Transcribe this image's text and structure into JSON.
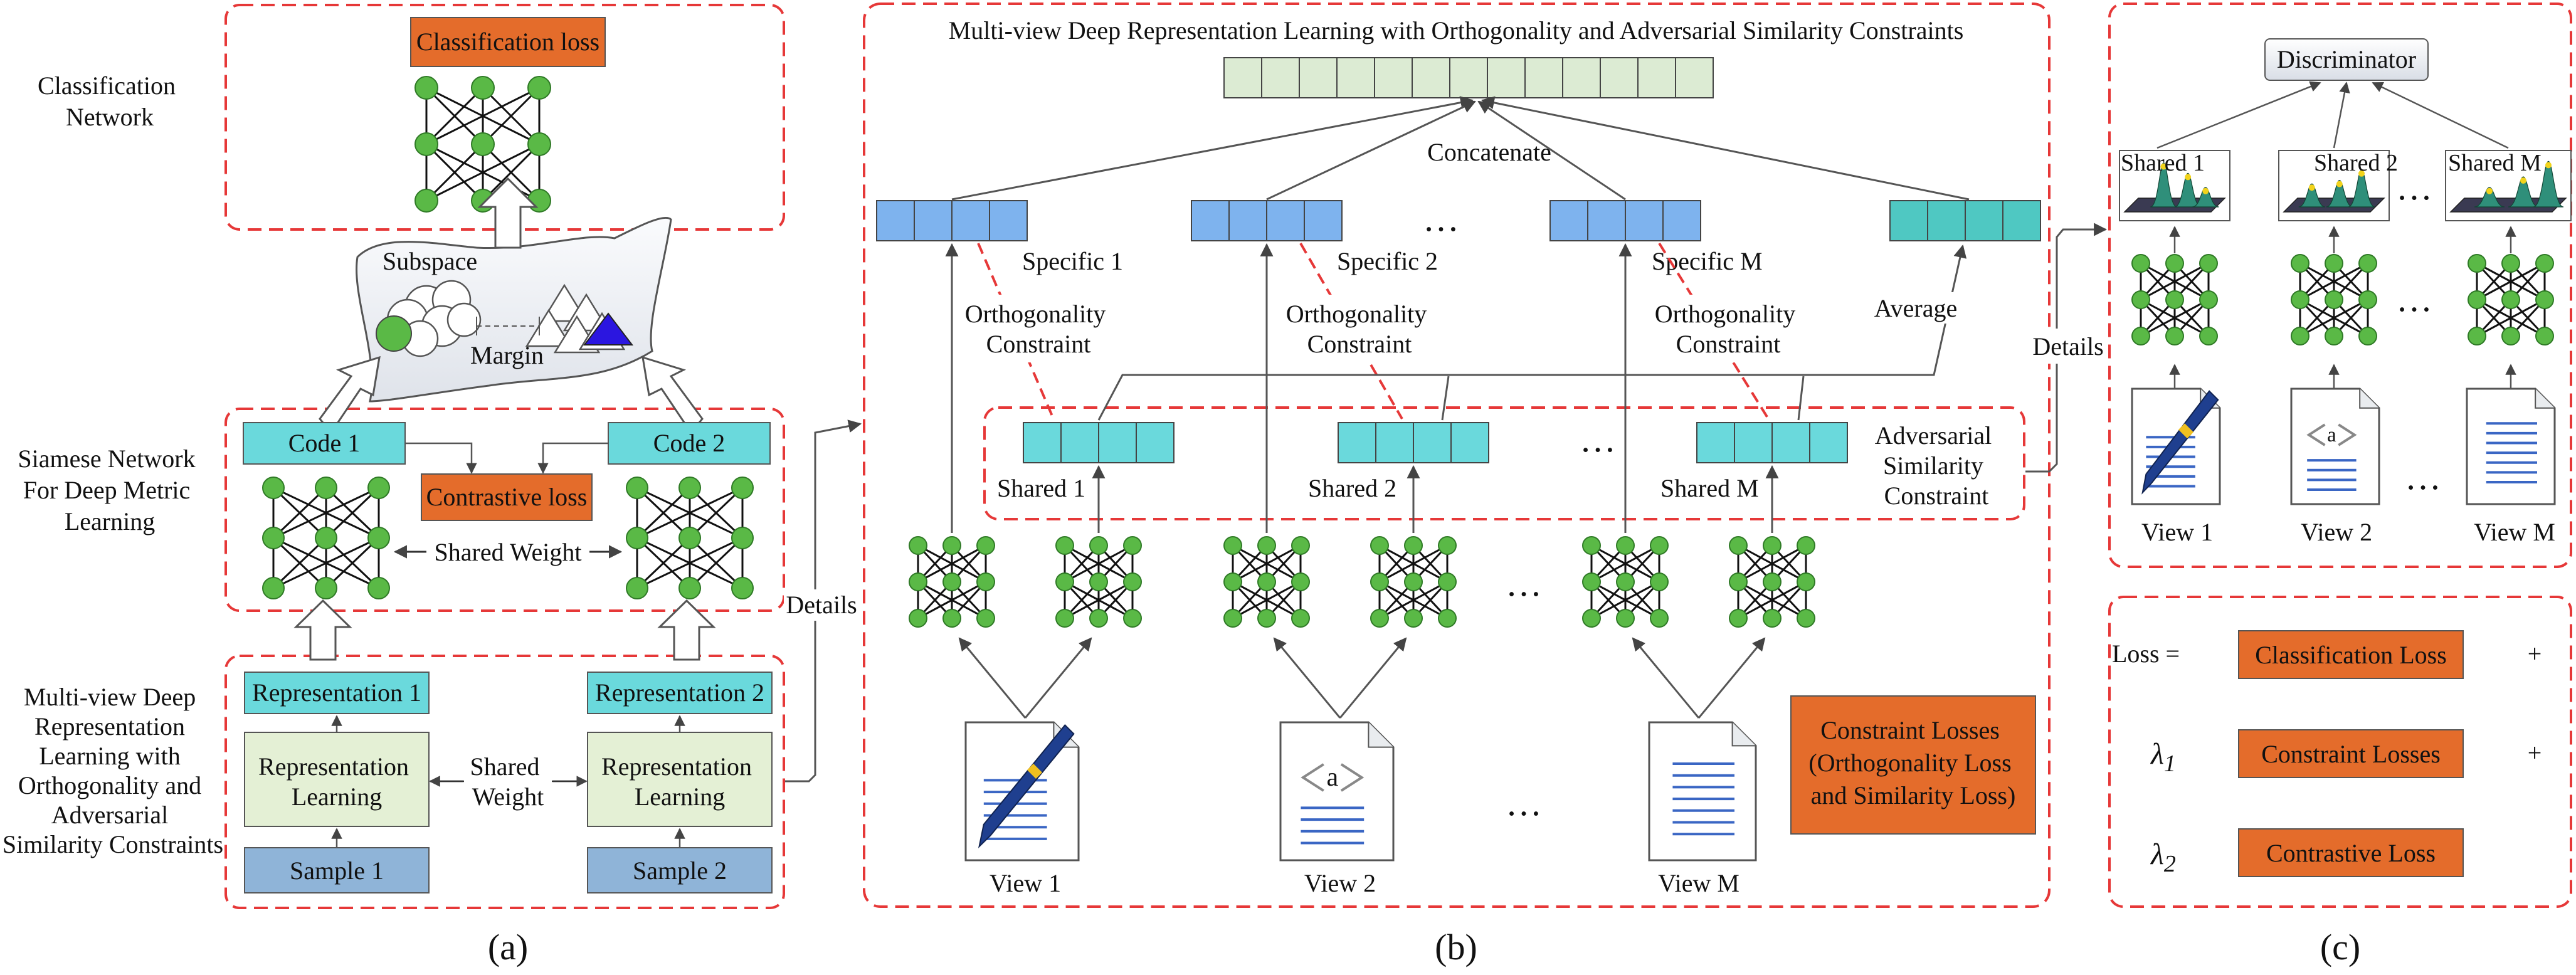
{
  "panel_labels": [
    "(a)",
    "(b)",
    "(c)"
  ],
  "panel_a": {
    "side_labels": {
      "classification_network": [
        "Classification",
        "Network"
      ],
      "siamese_network": [
        "Siamese Network",
        "For Deep Metric",
        "Learning"
      ],
      "multiview": [
        "Multi-view Deep",
        "Representation",
        "Learning with",
        "Orthogonality and",
        "Adversarial",
        "Similarity Constraints"
      ]
    },
    "classification_loss": "Classification loss",
    "subspace": "Subspace",
    "margin": "Margin",
    "code1": "Code 1",
    "code2": "Code 2",
    "contrastive_loss": "Contrastive loss",
    "shared_weight": "Shared Weight",
    "representation1": "Representation 1",
    "representation2": "Representation 2",
    "rep_learning": [
      "Representation",
      "Learning"
    ],
    "shared_weight_lower": [
      "Shared",
      "Weight"
    ],
    "sample1": "Sample 1",
    "sample2": "Sample 2",
    "details": "Details"
  },
  "panel_b": {
    "title": "Multi-view Deep Representation Learning with Orthogonality and Adversarial Similarity Constraints",
    "concatenate": "Concatenate",
    "specific": [
      "Specific 1",
      "Specific 2",
      "Specific M"
    ],
    "orthogonality": [
      "Orthogonality",
      "Constraint"
    ],
    "average": "Average",
    "shared": [
      "Shared 1",
      "Shared 2",
      "Shared M"
    ],
    "adversarial": [
      "Adversarial",
      "Similarity",
      "Constraint"
    ],
    "constraint_losses": [
      "Constraint Losses",
      "(Orthogonality Loss",
      "and Similarity Loss)"
    ],
    "views": [
      "View 1",
      "View 2",
      "View M"
    ],
    "ellipsis": "…",
    "details": "Details"
  },
  "panel_c": {
    "discriminator": "Discriminator",
    "shared": [
      "Shared 1",
      "Shared 2",
      "Shared M"
    ],
    "views": [
      "View 1",
      "View 2",
      "View M"
    ],
    "loss_label": "Loss =",
    "loss_terms": [
      "Classification Loss",
      "Constraint Losses",
      "Contrastive Loss"
    ],
    "plus": "+",
    "lambda1": "λ",
    "lambda1_sub": "1",
    "lambda2": "λ",
    "lambda2_sub": "2"
  },
  "colors": {
    "dash_border": "#e63838",
    "orange": "#e46c2b",
    "cyan": "#6ad9dc",
    "blue_vec": "#7eb3ee",
    "teal_vec": "#4fc8c2",
    "concat_vec": "#dcebd3",
    "rep_green": "#e4f0d5",
    "sample_blue": "#8fb4d8",
    "node_green": "#5ab946",
    "triangle": "#2b16e0"
  }
}
